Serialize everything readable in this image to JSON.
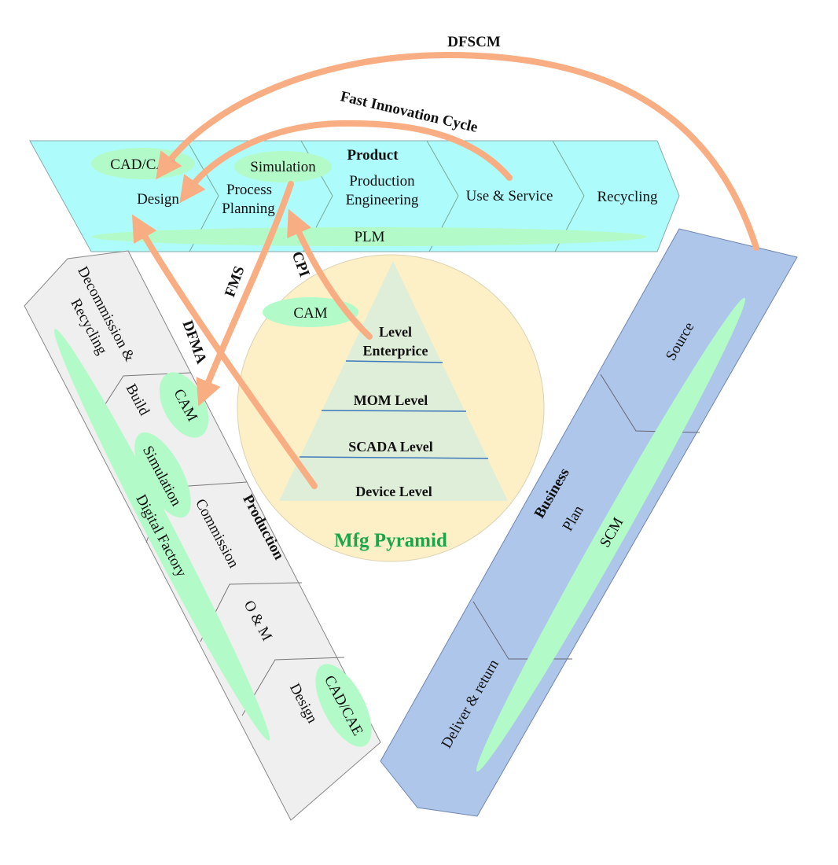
{
  "colors": {
    "product_band": "#aefbfb",
    "production_band": "#efefef",
    "business_band": "#aec6ea",
    "pill": "#b2fbc8",
    "circle": "#fef0c6",
    "pyramid": "#dfeed8",
    "arrow": "#f8ae82",
    "level_line": "#3b78bb",
    "title_green": "#1aa64a"
  },
  "product": {
    "title": "Product",
    "stages": [
      "Design",
      "Process",
      "Planning",
      "Production",
      "Engineering",
      "Use & Service",
      "Recycling"
    ],
    "pills": [
      "CAD/CAE",
      "Simulation",
      "PLM"
    ]
  },
  "production": {
    "title": "Production",
    "stages": [
      "Decommission &",
      "Recycling",
      "Build",
      "Commission",
      "O & M",
      "Design"
    ],
    "pills": [
      "CAM",
      "Simulation",
      "Digital Factory",
      "CAD/CAE"
    ]
  },
  "business": {
    "title": "Business",
    "stages": [
      "Source",
      "Plan",
      "Deliver & return"
    ],
    "pills": [
      "SCM"
    ]
  },
  "pyramid": {
    "title": "Mfg Pyramid",
    "cam_label": "CAM",
    "levels": [
      "Level",
      "Enterprice",
      "MOM Level",
      "SCADA Level",
      "Device Level"
    ]
  },
  "arrows": {
    "dfscm": "DFSCM",
    "fast_innovation": "Fast Innovation Cycle",
    "fms": "FMS",
    "cpi": "CPI",
    "dfma": "DFMA"
  }
}
